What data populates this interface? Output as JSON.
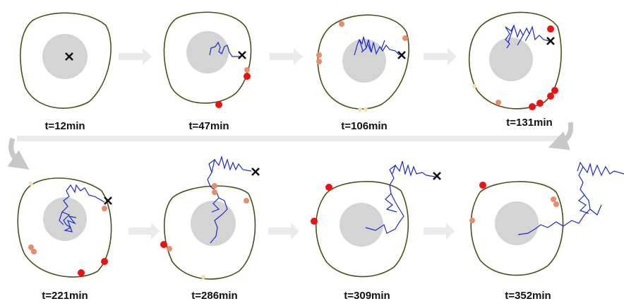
{
  "figure": {
    "panels": [
      {
        "label": "t=12min"
      },
      {
        "label": "t=47min"
      },
      {
        "label": "t=106min"
      },
      {
        "label": "t=131min"
      },
      {
        "label": "t=221min"
      },
      {
        "label": "t=286min"
      },
      {
        "label": "t=309min"
      },
      {
        "label": "t=352min"
      }
    ]
  },
  "colors": {
    "background": "#ffffff",
    "cell_outline": "#4b4f1a",
    "nucleus": "#d4d4d4",
    "trajectory": "#1a2ad0",
    "marker_x": "#111111",
    "dot_red": "#ee1111",
    "dot_salmon": "#ea8c6a",
    "dot_pale": "#f7ddb0",
    "arrow": "#ebebeb",
    "turn_arrow": "#c8c8c8"
  }
}
